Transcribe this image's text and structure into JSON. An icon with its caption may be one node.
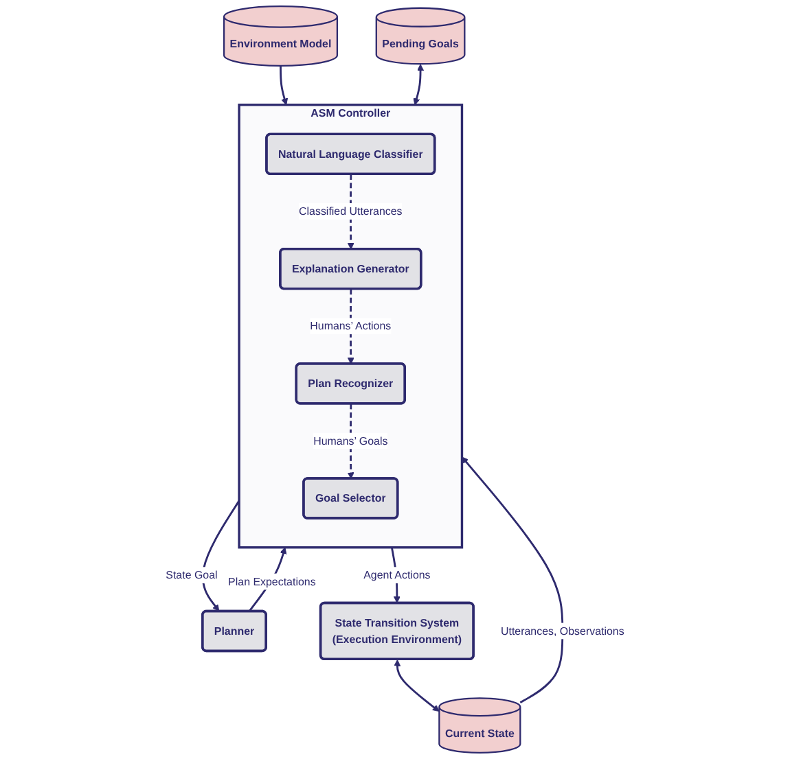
{
  "diagram": {
    "nodes": [
      {
        "text": [
          "Planner"
        ]
      },
      {
        "text": [
          "Environment Model"
        ]
      },
      {
        "text": [
          "Pending Goals"
        ]
      },
      {
        "text": [
          "ASM Controller"
        ]
      },
      {
        "text": [
          "Natural Language Classifier"
        ],
        "in": 3
      },
      {
        "text": [
          "Explanation Generator"
        ],
        "in": 3
      },
      {
        "text": [
          "Goal Selector"
        ],
        "in": 3
      },
      {
        "text": [
          "Plan Recognizer"
        ],
        "in": 3
      },
      {
        "text": [
          "State Transition System",
          "(Execution Environment)"
        ]
      },
      {
        "text": [
          "Current State"
        ]
      }
    ],
    "edges": [
      {
        "from": 0,
        "to": 3,
        "arrow": "to",
        "label": "Plan Expectations"
      },
      {
        "from": 3,
        "to": 0,
        "arrow": "to",
        "label": "State Goal"
      },
      {
        "from": 1,
        "to": 3,
        "arrow": "to"
      },
      {
        "from": 2,
        "to": 3,
        "arrow": "both"
      },
      {
        "from": 4,
        "to": 5,
        "arrow": "to",
        "label": "Classified Utterances",
        "style": "dashed"
      },
      {
        "from": 5,
        "to": 7,
        "arrow": "to",
        "label": "Humans’ Actions",
        "style": "dashed"
      },
      {
        "from": 7,
        "to": 6,
        "arrow": "to",
        "label": "Humans’ Goals",
        "style": "dashed"
      },
      {
        "from": 3,
        "to": 8,
        "arrow": "to",
        "label": "Agent Actions"
      },
      {
        "from": 9,
        "to": 3,
        "arrow": "to",
        "label": "Utterances, Observations"
      },
      {
        "from": 8,
        "to": 9,
        "arrow": "both"
      }
    ]
  }
}
